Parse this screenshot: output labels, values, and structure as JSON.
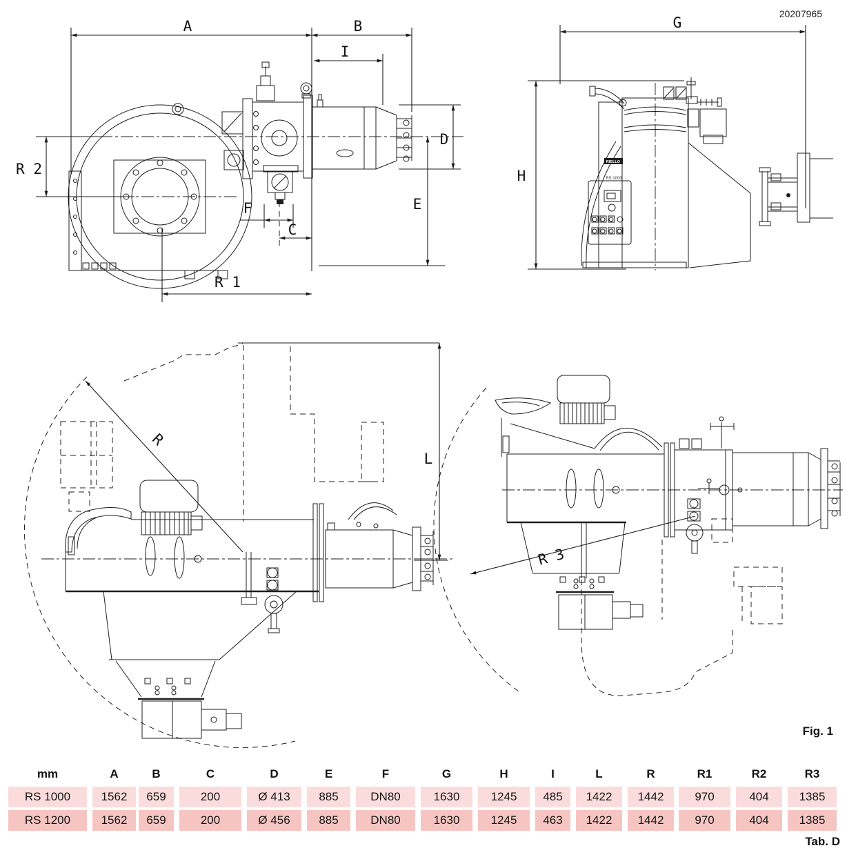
{
  "doc": {
    "part_number": "20207965",
    "figure_label": "Fig. 1",
    "table_label": "Tab. D"
  },
  "dims": {
    "A": "A",
    "B": "B",
    "I": "I",
    "D": "D",
    "E": "E",
    "F": "F",
    "C": "C",
    "R1": "R 1",
    "R2": "R 2",
    "G": "G",
    "H": "H",
    "L": "L",
    "R": "R",
    "R3": "R 3"
  },
  "drawing": {
    "brand": "RIELLO",
    "model_label": "RS 1000"
  },
  "table": {
    "unit_header": "mm",
    "columns": [
      "A",
      "B",
      "C",
      "D",
      "E",
      "F",
      "G",
      "H",
      "I",
      "L",
      "R",
      "R1",
      "R2",
      "R3"
    ],
    "rows": [
      {
        "model": "RS 1000",
        "values": [
          "1562",
          "659",
          "200",
          "Ø 413",
          "885",
          "DN80",
          "1630",
          "1245",
          "485",
          "1422",
          "1442",
          "970",
          "404",
          "1385"
        ]
      },
      {
        "model": "RS 1200",
        "values": [
          "1562",
          "659",
          "200",
          "Ø 456",
          "885",
          "DN80",
          "1630",
          "1245",
          "463",
          "1422",
          "1442",
          "970",
          "404",
          "1385"
        ]
      }
    ]
  },
  "colors": {
    "row_light": "#fbdcdc",
    "row_dark": "#f6c5c2",
    "line": "#1c1c1c"
  },
  "chart_data": {
    "type": "table",
    "title": "Burner overall dimensions (mm)",
    "categories": [
      "A",
      "B",
      "C",
      "D",
      "E",
      "F",
      "G",
      "H",
      "I",
      "L",
      "R",
      "R1",
      "R2",
      "R3"
    ],
    "series": [
      {
        "name": "RS 1000",
        "values": [
          "1562",
          "659",
          "200",
          "Ø 413",
          "885",
          "DN80",
          "1630",
          "1245",
          "485",
          "1422",
          "1442",
          "970",
          "404",
          "1385"
        ]
      },
      {
        "name": "RS 1200",
        "values": [
          "1562",
          "659",
          "200",
          "Ø 456",
          "885",
          "DN80",
          "1630",
          "1245",
          "463",
          "1422",
          "1442",
          "970",
          "404",
          "1385"
        ]
      }
    ]
  }
}
